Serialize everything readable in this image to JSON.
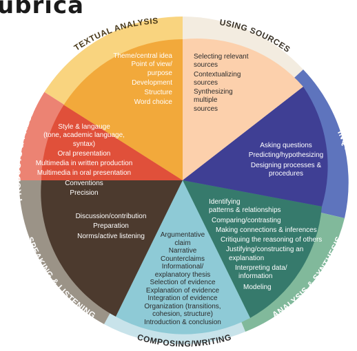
{
  "title": "ubrica",
  "categories": {
    "textual_analysis": {
      "label": "TEXTUAL ANALYSIS",
      "color": "#f2a93b",
      "ring_color": "#f9d47f",
      "items": [
        "Theme/central idea",
        "Point of view/",
        "purpose",
        "Development",
        "Structure",
        "Word choice"
      ]
    },
    "using_sources": {
      "label": "USING SOURCES",
      "color": "#fcd0ac",
      "ring_color": "#f3ece0",
      "items": [
        "Selecting relevant",
        "sources",
        "Contextualizing",
        "sources",
        "Synthesizing",
        "multiple",
        "sources"
      ]
    },
    "inquiry": {
      "label": "INQUIRY",
      "color": "#3f3f94",
      "ring_color": "#5e74bd",
      "items": [
        "Asking questions",
        "Predicting/hypothesizing",
        "Designing processes &",
        "procedures"
      ]
    },
    "analysis_synthesis": {
      "label": "ANALYSIS & SYNTHESIS",
      "color": "#367a6c",
      "ring_color": "#81b99b",
      "items": [
        "Identifying",
        "patterns & relationships",
        "Comparing/contrasting",
        "Making connections & inferences",
        "Critiquing the reasoning of others",
        "Justifying/constructing an",
        "explanation",
        "Interpreting data/",
        "information",
        "Modeling"
      ]
    },
    "composing_writing": {
      "label": "COMPOSING/WRITING",
      "color": "#8ecad6",
      "ring_color": "#c8e3ea",
      "items": [
        "Argumentative",
        "claim",
        "Narrative",
        "Counterclaims",
        "Informational/",
        "explanatory thesis",
        "Selection of evidence",
        "Explanation of evidence",
        "Integration of evidence",
        "Organization (transitions,",
        "cohesion, structure)",
        "Introduction & conclusion"
      ]
    },
    "speaking_listening": {
      "label": "SPEAKING & LISTENING",
      "color": "#4c3a2e",
      "ring_color": "#9b9387",
      "items": [
        "Discussion/contribution",
        "Preparation",
        "Norms/active listening"
      ]
    },
    "products_presentations": {
      "label": "PRODUCTS & PRESENTATIONS",
      "color": "#e0503a",
      "ring_color": "#ec8373",
      "items": [
        "Style & langauge",
        "(tone, academic language,",
        "syntax)",
        "Oral presentation",
        "Multimedia in written production",
        "Multimedia in oral presentation",
        "Conventions",
        "Precision"
      ]
    }
  }
}
